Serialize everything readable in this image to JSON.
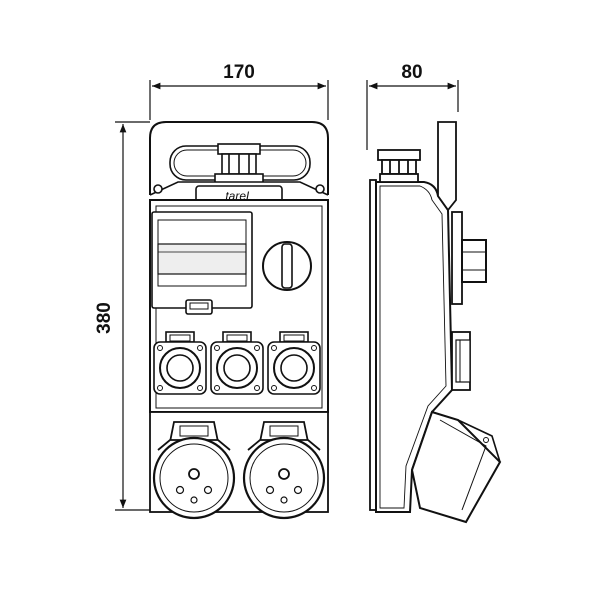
{
  "dimensions": {
    "width_label": "170",
    "depth_label": "80",
    "height_label": "380"
  },
  "brand": {
    "logo_text": "tareL"
  },
  "front_view": {
    "small_sockets": 3,
    "large_sockets": 2,
    "breaker_panel": 1,
    "rotary_switch": 1
  },
  "colors": {
    "line": "#111111",
    "fill": "#ffffff",
    "shade": "#d0d0d0"
  }
}
